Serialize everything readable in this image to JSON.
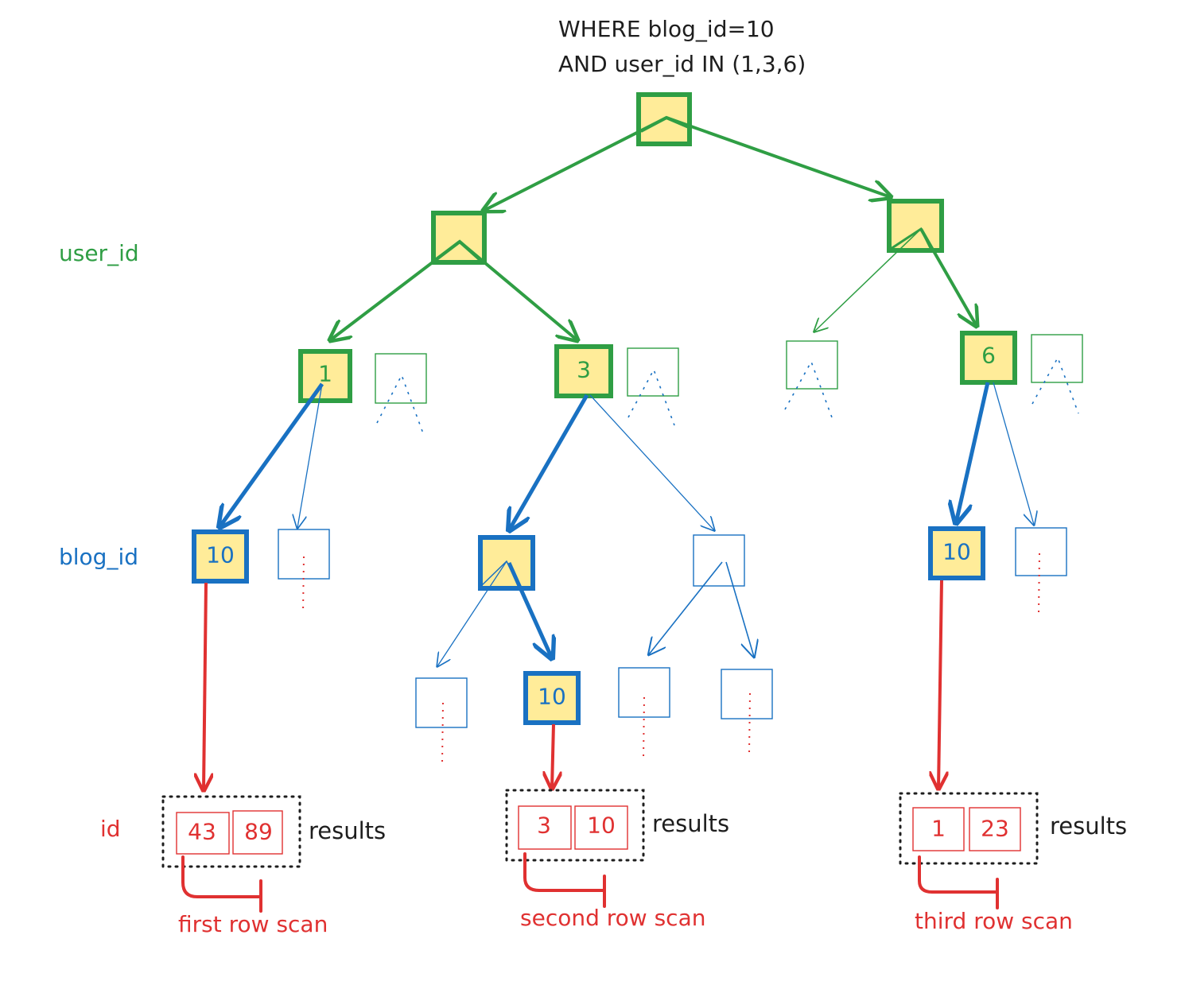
{
  "query": {
    "line1": "WHERE blog_id=10",
    "line2": "AND user_id IN (1,3,6)"
  },
  "colors": {
    "green": "#2f9e44",
    "blue": "#1971c2",
    "red": "#e03131",
    "yellow": "#ffec99",
    "black": "#1e1e1e"
  },
  "levels": {
    "user_id": "user_id",
    "blog_id": "blog_id",
    "id": "id"
  },
  "user_id_nodes": {
    "n1": "1",
    "n3": "3",
    "n6": "6"
  },
  "blog_id_nodes": {
    "b1": "10",
    "b2": "10",
    "b3": "10"
  },
  "results": [
    {
      "cells": [
        "43",
        "89"
      ],
      "label": "results",
      "scan": "first row scan"
    },
    {
      "cells": [
        "3",
        "10"
      ],
      "label": "results",
      "scan": "second row scan"
    },
    {
      "cells": [
        "1",
        "23"
      ],
      "label": "results",
      "scan": "third row scan"
    }
  ]
}
